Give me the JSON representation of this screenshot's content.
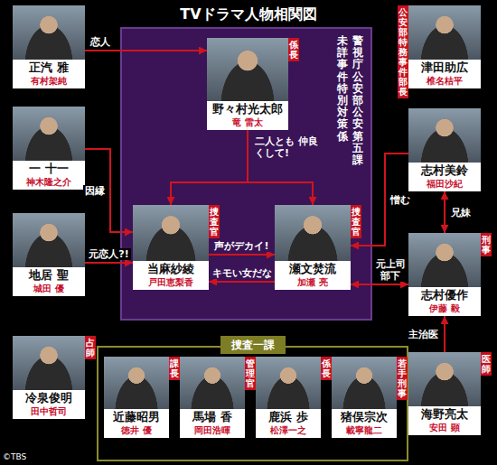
{
  "diagram": {
    "title": "TVドラマ人物相関図",
    "nodes": [
      {
        "text": [
          "正汽 雅",
          "有村架純"
        ]
      },
      {
        "text": [
          "警視庁公安部公安第五課",
          "未詳事件特別対策係"
        ]
      },
      {
        "text": [
          "野々村光太郎",
          "竜 雷太",
          "係長"
        ],
        "in": 1
      },
      {
        "text": [
          "津田助広",
          "椎名桔平",
          "公安部特務事件部長"
        ]
      },
      {
        "text": [
          "一 十一",
          "神木隆之介"
        ]
      },
      {
        "text": [
          "志村美鈴",
          "福田沙紀"
        ]
      },
      {
        "text": [
          "地居 聖",
          "城田 優"
        ]
      },
      {
        "text": [
          "当麻紗綾",
          "戸田恵梨香",
          "捜査官"
        ],
        "in": 1
      },
      {
        "text": [
          "瀬文焚流",
          "加瀬 亮",
          "捜査官"
        ],
        "in": 1
      },
      {
        "text": [
          "志村優作",
          "伊藤 毅",
          "刑事"
        ]
      },
      {
        "text": [
          "冷泉俊明",
          "田中哲司",
          "占師"
        ]
      },
      {
        "text": [
          "海野亮太",
          "安田 顕",
          "医師"
        ]
      },
      {
        "text": [
          "捜査一課"
        ]
      },
      {
        "text": [
          "近藤昭男",
          "徳井 優",
          "課長"
        ],
        "in": 12
      },
      {
        "text": [
          "馬場 香",
          "岡田浩暉",
          "管理官"
        ],
        "in": 12
      },
      {
        "text": [
          "鹿浜 歩",
          "松澤一之",
          "係長"
        ],
        "in": 12
      },
      {
        "text": [
          "猪俣宗次",
          "載寧龍二",
          "若手刑事"
        ],
        "in": 12
      }
    ],
    "edges": [
      {
        "from": 0,
        "to": 2,
        "label": "恋人",
        "arrow": "to"
      },
      {
        "from": 2,
        "to": 7,
        "label": "二人とも 仲良くして!",
        "arrow": "to"
      },
      {
        "from": 2,
        "to": 8,
        "arrow": "to"
      },
      {
        "from": 4,
        "to": 7,
        "label": "因縁",
        "arrow": "to"
      },
      {
        "from": 6,
        "to": 7,
        "label": "元恋人?!",
        "arrow": "to"
      },
      {
        "from": 7,
        "to": 8,
        "label": "声がデカイ!",
        "arrow": "to"
      },
      {
        "from": 8,
        "to": 7,
        "label": "キモい女だな",
        "arrow": "to"
      },
      {
        "from": 5,
        "to": 8,
        "label": "憎む",
        "arrow": "to"
      },
      {
        "from": 5,
        "to": 9,
        "label": "兄妹",
        "arrow": "both"
      },
      {
        "from": 8,
        "to": 9,
        "label": "元上司 部下",
        "arrow": "both"
      },
      {
        "from": 11,
        "to": 9,
        "label": "主治医",
        "arrow": "to"
      }
    ],
    "labels": [
      "©TBS"
    ]
  }
}
